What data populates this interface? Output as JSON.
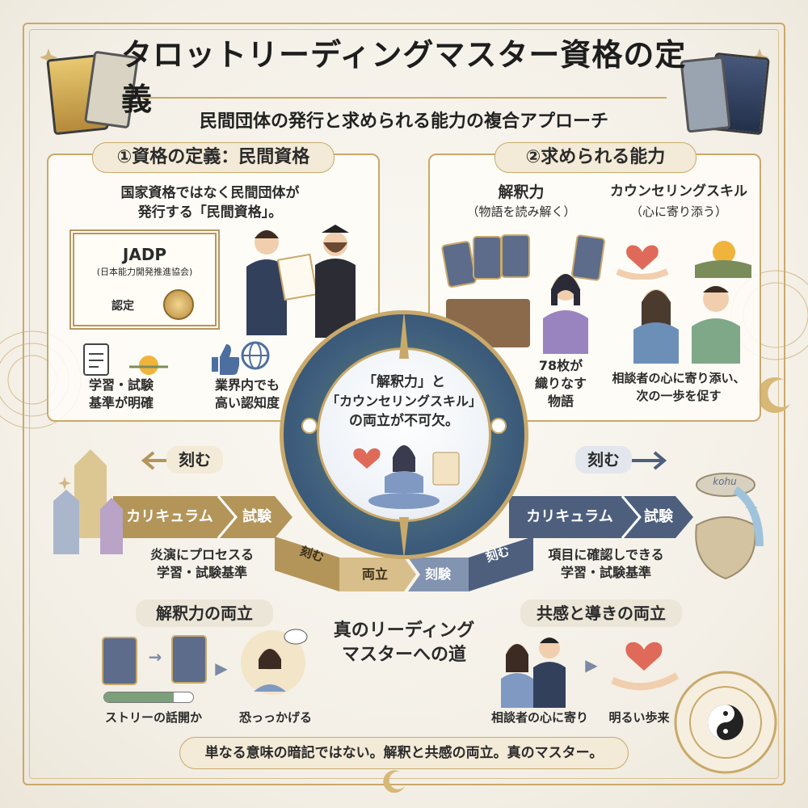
{
  "header": {
    "title": "タロットリーディングマスター資格の定義",
    "subtitle": "民間団体の発行と求められる能力の複合アプローチ"
  },
  "left_panel": {
    "heading": "①資格の定義：民間資格",
    "intro_line1": "国家資格ではなく民間団体が",
    "intro_line2": "発行する「民間資格」。",
    "certificate": {
      "org": "JADP",
      "org_full": "(日本能力開発推進協会)",
      "label": "認定"
    },
    "feature1_line1": "学習・試験",
    "feature1_line2": "基準が明確",
    "feature2_line1": "業界内でも",
    "feature2_line2": "高い認知度"
  },
  "right_panel": {
    "heading": "②求められる能力",
    "skill1_title": "解釈力",
    "skill1_sub": "（物語を読み解く）",
    "skill2_title": "カウンセリングスキル",
    "skill2_sub": "（心に寄り添う）",
    "skill1_note_line1": "78枚が",
    "skill1_note_line2": "織りなす",
    "skill1_note_line3": "物語",
    "skill2_note_line1": "相談者の心に寄り添い、",
    "skill2_note_line2": "次の一歩を促す"
  },
  "center": {
    "quote_line1": "「解釈力」と",
    "quote_line2": "「カウンセリングスキル」",
    "quote_line3": "の両立が不可欠。"
  },
  "left_flow": {
    "carve": "刻む",
    "step1": "カリキュラム",
    "step2": "試験",
    "caption_line1": "炎演にプロセスる",
    "caption_line2": "学習・試験基準"
  },
  "right_flow": {
    "carve": "刻む",
    "step1": "カリキュラム",
    "step2": "試験",
    "jar_label": "kohu",
    "caption_line1": "項目に確認しできる",
    "caption_line2": "学習・試験基準"
  },
  "center_flow": {
    "seg1": "刻む",
    "seg2": "両立",
    "seg3": "刻験",
    "seg4": "刻む"
  },
  "bottom_left": {
    "heading": "解釈力の両立",
    "caption1": "ストリーの話開か",
    "caption2": "恐っっかげる",
    "progress": 0.78
  },
  "bottom_center": {
    "line1": "真のリーディング",
    "line2": "マスターへの道"
  },
  "bottom_right": {
    "heading": "共感と導きの両立",
    "caption1": "相談者の心に寄り",
    "caption2": "明るい歩来"
  },
  "footer": {
    "summary": "単なる意味の暗記ではない。解釈と共感の両立。真のマスター。"
  },
  "colors": {
    "gold": "#c9a96a",
    "tan_flow": "#b3955a",
    "slate_flow": "#4d5f7d",
    "globe_blue": "#3f5f7e",
    "globe_green": "#6f8b5e"
  }
}
